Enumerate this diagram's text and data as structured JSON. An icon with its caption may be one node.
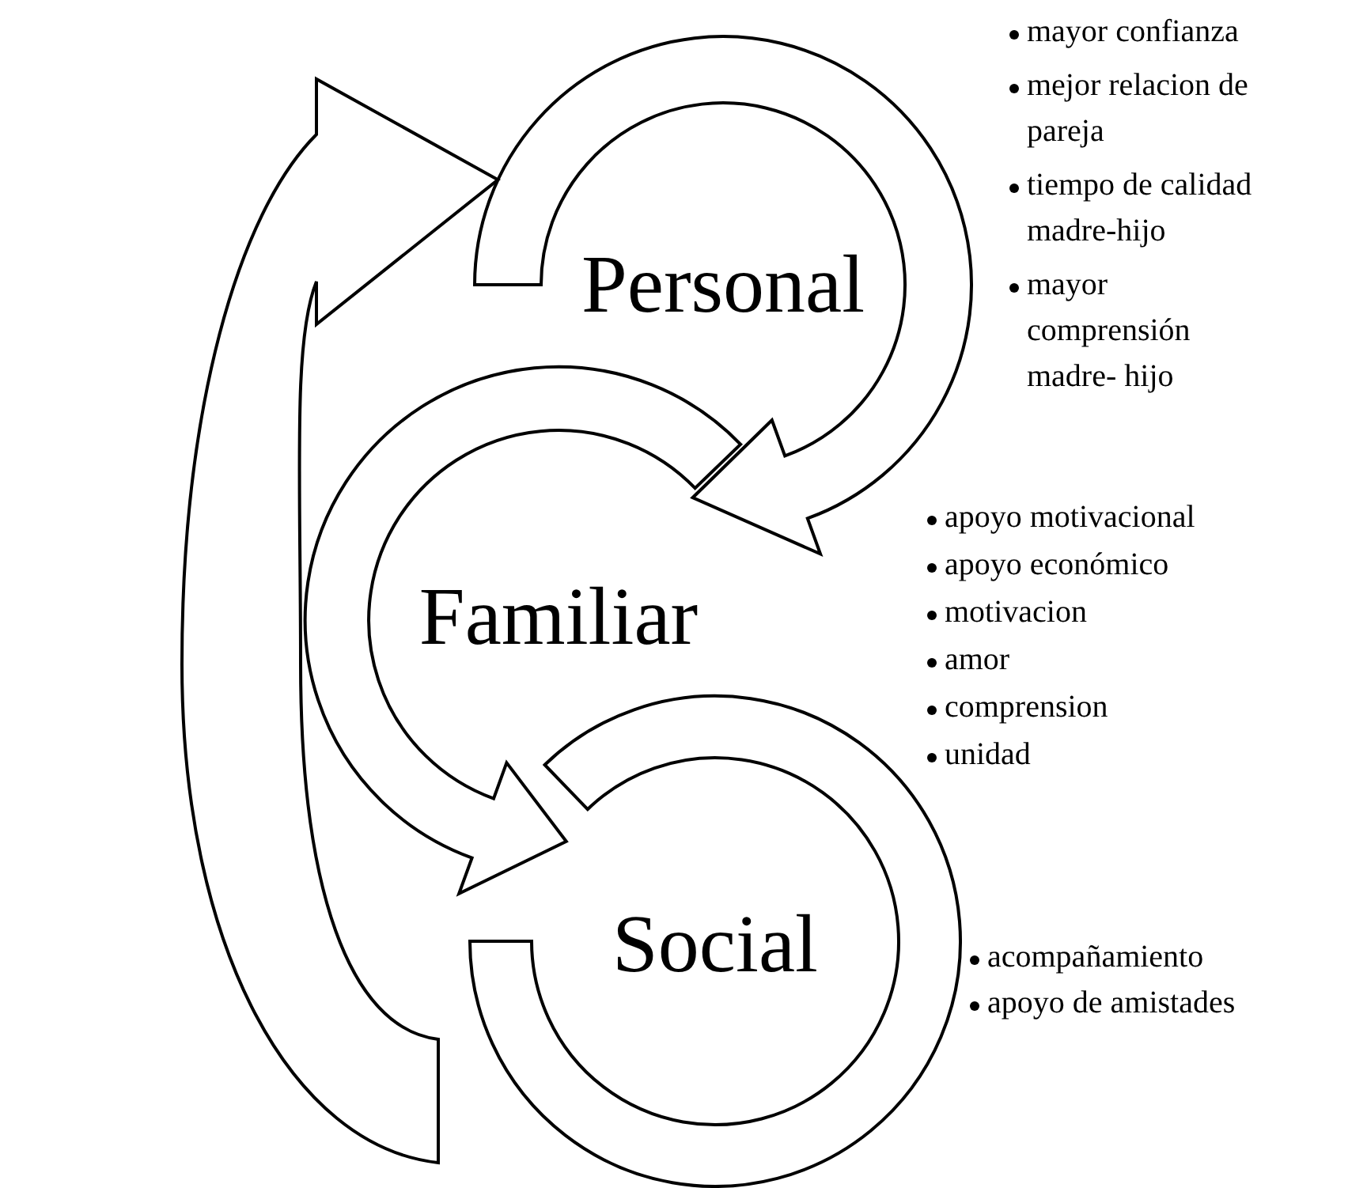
{
  "diagram": {
    "nodes": [
      {
        "text": [
          "Personal"
        ],
        "beside": [
          "mayor confianza",
          "mejor relacion de pareja",
          "tiempo de calidad madre-hijo",
          "mayor comprensión madre- hijo"
        ]
      },
      {
        "text": [
          "Familiar"
        ],
        "beside": [
          "apoyo motivacional",
          "apoyo económico",
          "motivacion",
          "amor",
          "comprension",
          "unidad"
        ]
      },
      {
        "text": [
          "Social"
        ],
        "beside": [
          "acompañamiento",
          "apoyo de amistades"
        ]
      }
    ],
    "edges": [
      {
        "from": 0,
        "to": 1,
        "arrow": "to"
      },
      {
        "from": 1,
        "to": 2,
        "arrow": "to"
      },
      {
        "from": 2,
        "to": 0,
        "arrow": "to"
      }
    ]
  }
}
